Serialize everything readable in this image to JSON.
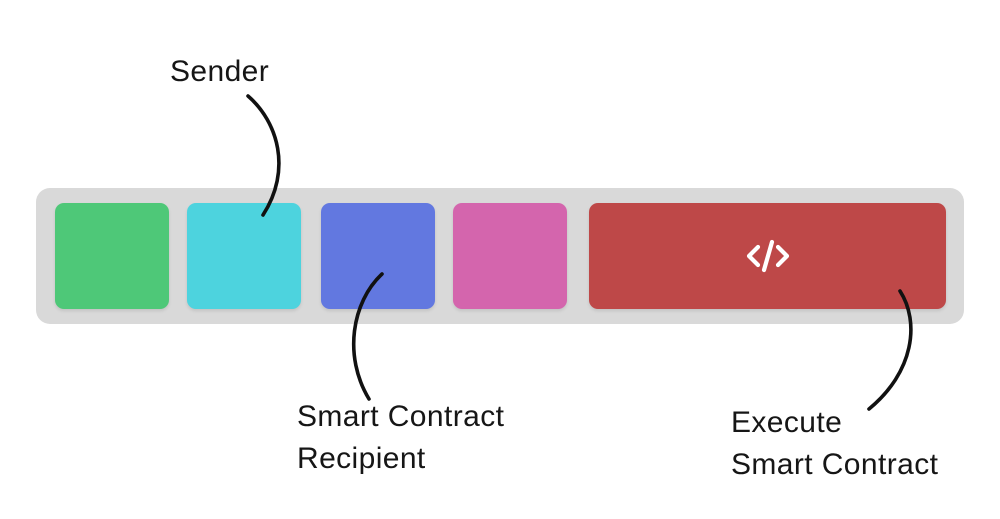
{
  "background_color": "#ffffff",
  "text_color": "#161616",
  "line_color": "#111111",
  "bar": {
    "background": "#d9d9d9",
    "blocks": [
      {
        "name": "block-1",
        "color": "#4ec878"
      },
      {
        "name": "block-2-sender",
        "color": "#4dd3de"
      },
      {
        "name": "block-3-smart-contract",
        "color": "#6278e0"
      },
      {
        "name": "block-4",
        "color": "#d465ad"
      },
      {
        "name": "block-5-execute-contract",
        "color": "#be4848",
        "icon": "code-icon",
        "icon_glyph": "</>",
        "icon_color": "#ffffff"
      }
    ]
  },
  "annotations": {
    "sender": {
      "lines": [
        "Sender"
      ]
    },
    "recipient": {
      "lines": [
        "Smart Contract",
        "Recipient"
      ]
    },
    "execute": {
      "lines": [
        "Execute",
        "Smart Contract"
      ]
    }
  }
}
